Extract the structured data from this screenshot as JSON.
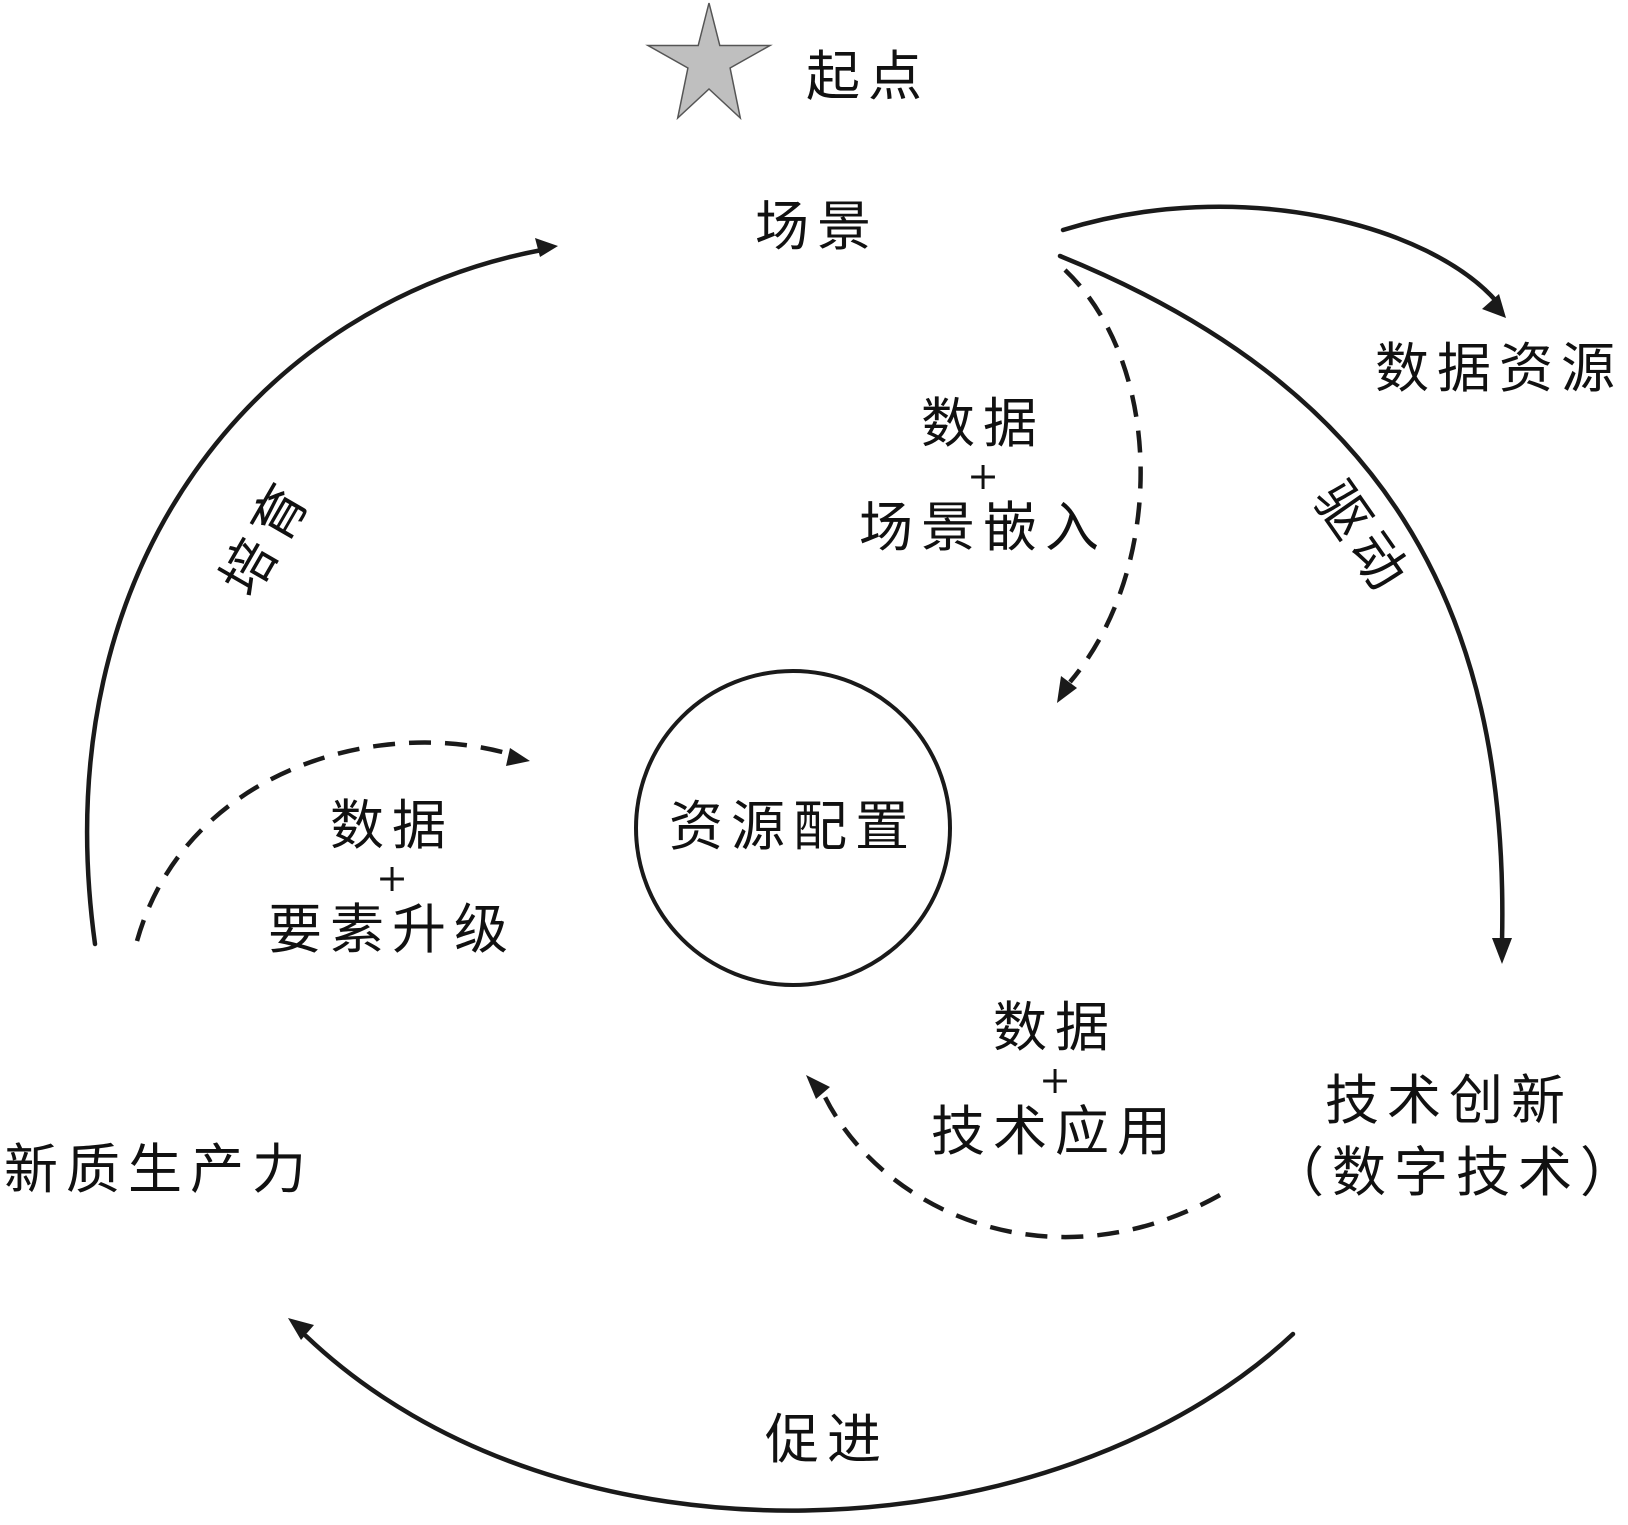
{
  "start": {
    "label": "起点",
    "star_color": "#bfbfbf"
  },
  "nodes": {
    "scene": "场景",
    "data_resources": "数据资源",
    "tech_innovation": {
      "line1": "技术创新",
      "line2": "（数字技术）"
    },
    "new_productivity": "新质生产力",
    "resource_allocation": "资源配置"
  },
  "edges": {
    "drive": "驱动",
    "promote": "促进",
    "cultivate": "培育"
  },
  "inner_paths": {
    "scene_embed": {
      "line1": "数据",
      "plus": "+",
      "line2": "场景嵌入"
    },
    "tech_apply": {
      "line1": "数据",
      "plus": "+",
      "line2": "技术应用"
    },
    "factor_upgrade": {
      "line1": "数据",
      "plus": "+",
      "line2": "要素升级"
    }
  }
}
